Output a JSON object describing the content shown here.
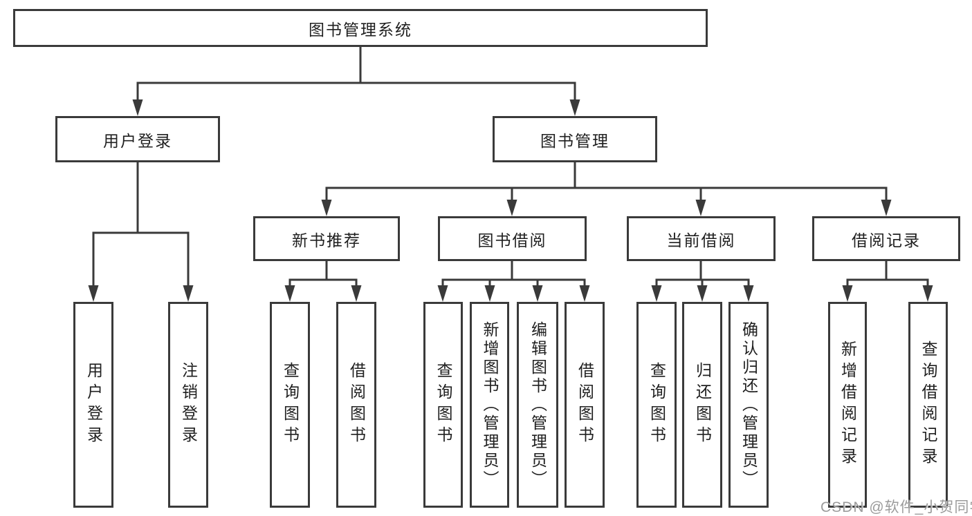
{
  "colors": {
    "line": "#3a3a3a",
    "text": "#1f1f1f",
    "watermark": "#9b9b9b",
    "background": "#ffffff"
  },
  "tree": {
    "label": "图书管理系统",
    "children": [
      {
        "label": "用户登录",
        "children": [
          {
            "label": "用户登录"
          },
          {
            "label": "注销登录"
          }
        ]
      },
      {
        "label": "图书管理",
        "children": [
          {
            "label": "新书推荐",
            "children": [
              {
                "label": "查询图书"
              },
              {
                "label": "借阅图书"
              }
            ]
          },
          {
            "label": "图书借阅",
            "children": [
              {
                "label": "查询图书"
              },
              {
                "label": "新增图书（管理员）"
              },
              {
                "label": "编辑图书（管理员）"
              },
              {
                "label": "借阅图书"
              }
            ]
          },
          {
            "label": "当前借阅",
            "children": [
              {
                "label": "查询图书"
              },
              {
                "label": "归还图书"
              },
              {
                "label": "确认归还（管理员）"
              }
            ]
          },
          {
            "label": "借阅记录",
            "children": [
              {
                "label": "新增借阅记录"
              },
              {
                "label": "查询借阅记录"
              }
            ]
          }
        ]
      }
    ]
  },
  "watermark": "CSDN @软件_小贺同学"
}
